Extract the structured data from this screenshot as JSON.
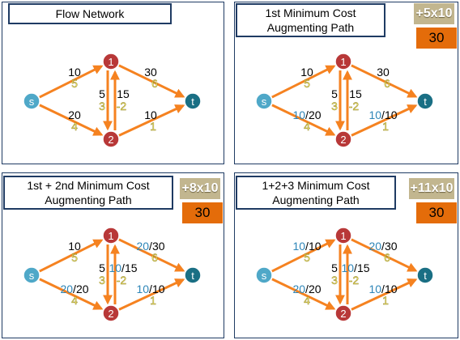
{
  "colors": {
    "edge": "#f58220",
    "node_source": "#4fa8c8",
    "node_sink": "#1a6f84",
    "node_mid": "#b83838",
    "node_stroke": "#ffffff",
    "capacity_text": "#000000",
    "cost_text": "#f2e66a",
    "flow_text": "#2e86b8",
    "panel_border": "#1f3b63",
    "cost_badge": "#c2b68f",
    "total_badge": "#e46c0a"
  },
  "nodes": [
    {
      "id": "s",
      "label": "s"
    },
    {
      "id": "1",
      "label": "1"
    },
    {
      "id": "2",
      "label": "2"
    },
    {
      "id": "t",
      "label": "t"
    }
  ],
  "panels": [
    {
      "title": "Flow Network",
      "cost_badge": "",
      "total": "",
      "edges": [
        {
          "id": "s1",
          "flow": "",
          "sep": "",
          "cap": "10",
          "cost": "5"
        },
        {
          "id": "s2",
          "flow": "",
          "sep": "",
          "cap": "20",
          "cost": "4"
        },
        {
          "id": "12",
          "flow": "",
          "sep": "",
          "cap": "5",
          "cost": "3"
        },
        {
          "id": "21",
          "flow": "",
          "sep": "",
          "cap": "15",
          "cost": "-2"
        },
        {
          "id": "1t",
          "flow": "",
          "sep": "",
          "cap": "30",
          "cost": "6"
        },
        {
          "id": "2t",
          "flow": "",
          "sep": "",
          "cap": "10",
          "cost": "1"
        }
      ]
    },
    {
      "title": "1st Minimum Cost\nAugmenting Path",
      "cost_badge": "+5x10",
      "total": "30",
      "edges": [
        {
          "id": "s1",
          "flow": "",
          "sep": "",
          "cap": "10",
          "cost": "5"
        },
        {
          "id": "s2",
          "flow": "10",
          "sep": "/",
          "cap": "20",
          "cost": "4"
        },
        {
          "id": "12",
          "flow": "",
          "sep": "",
          "cap": "5",
          "cost": "3"
        },
        {
          "id": "21",
          "flow": "",
          "sep": "",
          "cap": "15",
          "cost": "-2"
        },
        {
          "id": "1t",
          "flow": "",
          "sep": "",
          "cap": "30",
          "cost": "6"
        },
        {
          "id": "2t",
          "flow": "10",
          "sep": "/",
          "cap": "10",
          "cost": "1"
        }
      ]
    },
    {
      "title": "1st + 2nd Minimum Cost\nAugmenting Path",
      "cost_badge": "+8x10",
      "total": "30",
      "edges": [
        {
          "id": "s1",
          "flow": "",
          "sep": "",
          "cap": "10",
          "cost": "5"
        },
        {
          "id": "s2",
          "flow": "20",
          "sep": "/",
          "cap": "20",
          "cost": "4"
        },
        {
          "id": "12",
          "flow": "",
          "sep": "",
          "cap": "5",
          "cost": "3"
        },
        {
          "id": "21",
          "flow": "10",
          "sep": "/",
          "cap": "15",
          "cost": "-2"
        },
        {
          "id": "1t",
          "flow": "20",
          "sep": "/",
          "cap": "30",
          "cost": "6"
        },
        {
          "id": "2t",
          "flow": "10",
          "sep": "/",
          "cap": "10",
          "cost": "1"
        }
      ]
    },
    {
      "title": "1+2+3 Minimum Cost\nAugmenting Path",
      "cost_badge": "+11x10",
      "total": "30",
      "edges": [
        {
          "id": "s1",
          "flow": "10",
          "sep": "/",
          "cap": "10",
          "cost": "5"
        },
        {
          "id": "s2",
          "flow": "20",
          "sep": "/",
          "cap": "20",
          "cost": "4"
        },
        {
          "id": "12",
          "flow": "",
          "sep": "",
          "cap": "5",
          "cost": "3"
        },
        {
          "id": "21",
          "flow": "10",
          "sep": "/",
          "cap": "15",
          "cost": "-2"
        },
        {
          "id": "1t",
          "flow": "20",
          "sep": "/",
          "cap": "30",
          "cost": "6"
        },
        {
          "id": "2t",
          "flow": "10",
          "sep": "/",
          "cap": "10",
          "cost": "1"
        }
      ]
    }
  ]
}
